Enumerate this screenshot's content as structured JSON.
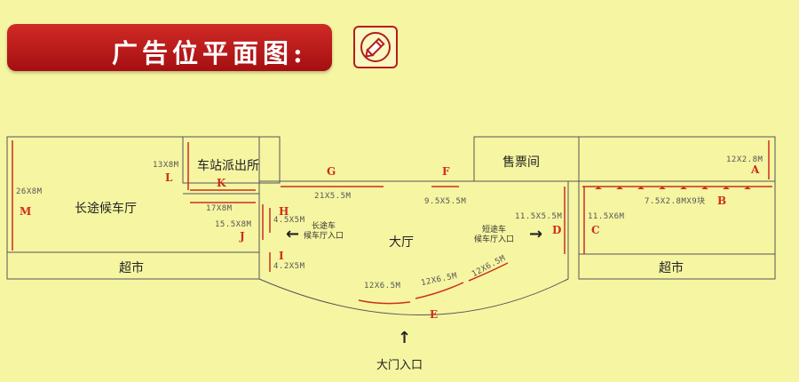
{
  "header": {
    "title": "广告位平面图:",
    "edit_icon": "pencil-icon"
  },
  "colors": {
    "background": "#f6f5a2",
    "banner": "#b5181b",
    "outline": "#555555",
    "ad_mark": "#cc2f1c"
  },
  "rooms": {
    "long_hall": "长途候车厅",
    "police": "车站派出所",
    "ticket_office": "售票间",
    "lobby": "大厅",
    "market_left": "超市",
    "market_right": "超市",
    "long_entry": "长途车\n候车厅入口",
    "short_entry": "短途车\n候车厅入口",
    "main_entrance": "大门入口"
  },
  "ad_positions": [
    {
      "letter": "A",
      "size": "12X2.8M"
    },
    {
      "letter": "B",
      "size": "7.5X2.8MX9块"
    },
    {
      "letter": "C",
      "size": "11.5X6M"
    },
    {
      "letter": "D",
      "size": "11.5X5.5M"
    },
    {
      "letter": "E",
      "sizes": [
        "12X6.5M",
        "12X6.5M",
        "12X6.5M"
      ]
    },
    {
      "letter": "F",
      "size": "9.5X5.5M"
    },
    {
      "letter": "G",
      "size": "21X5.5M"
    },
    {
      "letter": "H",
      "size": "4.5X5M"
    },
    {
      "letter": "I",
      "size": "4.2X5M"
    },
    {
      "letter": "J",
      "size": "15.5X8M"
    },
    {
      "letter": "K",
      "size": "17X8M"
    },
    {
      "letter": "L",
      "size": "13X8M"
    },
    {
      "letter": "M",
      "size": "26X8M"
    }
  ],
  "arrows": {
    "left": "←",
    "right": "→",
    "up": "↑"
  }
}
